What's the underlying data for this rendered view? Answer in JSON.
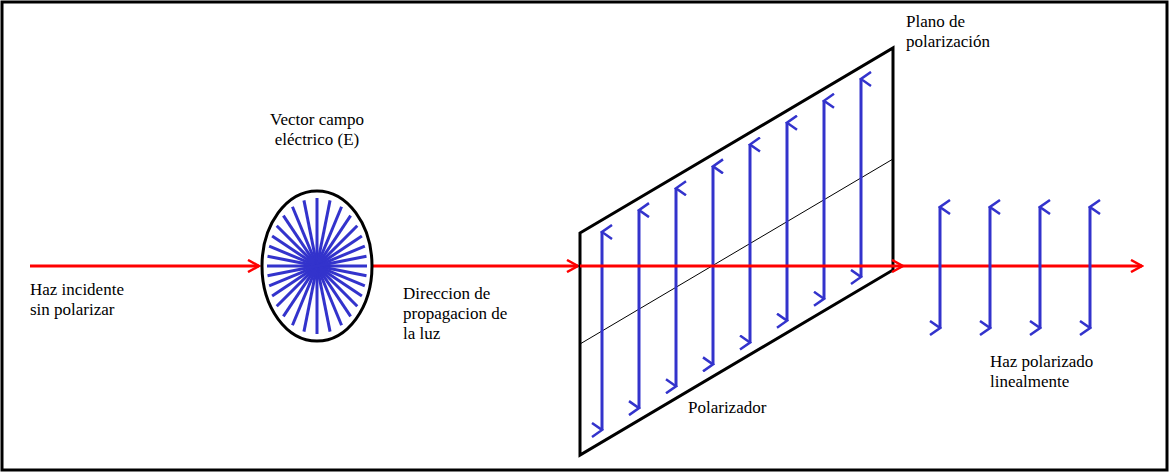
{
  "diagram": {
    "labels": [
      "Haz incidente sin polarizar",
      "Vector campo eléctrico (E)",
      "Direccion de propagacion de la luz",
      "Plano de polarización",
      "Polarizador",
      "Haz polarizado linealmente"
    ]
  }
}
